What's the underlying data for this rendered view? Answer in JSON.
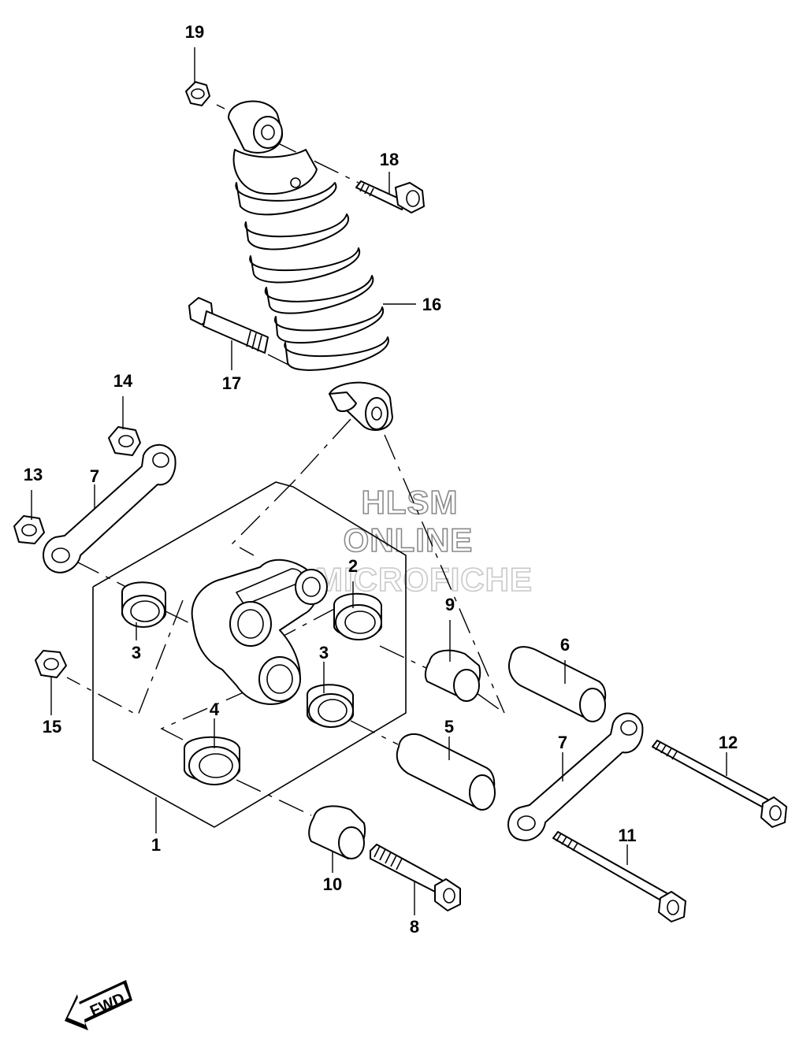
{
  "watermark": {
    "line1": "HLSM",
    "line2": "ONLINE",
    "line3": "MICROFICHE"
  },
  "fwd_label": "FWD",
  "callouts": [
    {
      "id": "c19",
      "text": "19"
    },
    {
      "id": "c18",
      "text": "18"
    },
    {
      "id": "c16",
      "text": "16"
    },
    {
      "id": "c17",
      "text": "17"
    },
    {
      "id": "c14",
      "text": "14"
    },
    {
      "id": "c13",
      "text": "13"
    },
    {
      "id": "c7a",
      "text": "7"
    },
    {
      "id": "c2",
      "text": "2"
    },
    {
      "id": "c3a",
      "text": "3"
    },
    {
      "id": "c3b",
      "text": "3"
    },
    {
      "id": "c9",
      "text": "9"
    },
    {
      "id": "c6",
      "text": "6"
    },
    {
      "id": "c15",
      "text": "15"
    },
    {
      "id": "c4",
      "text": "4"
    },
    {
      "id": "c5",
      "text": "5"
    },
    {
      "id": "c7b",
      "text": "7"
    },
    {
      "id": "c12",
      "text": "12"
    },
    {
      "id": "c1",
      "text": "1"
    },
    {
      "id": "c11",
      "text": "11"
    },
    {
      "id": "c10",
      "text": "10"
    },
    {
      "id": "c8",
      "text": "8"
    }
  ]
}
